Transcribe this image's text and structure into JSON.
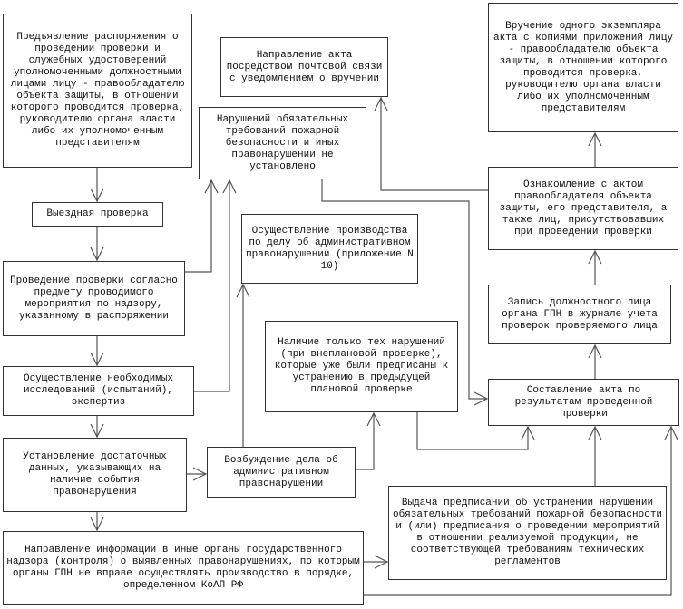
{
  "boxes": {
    "presentation": "Предъявление распоряжения о проведении проверки и служебных удостоверений уполномоченными должностными лицами лицу - правообладателю объекта защиты, в отношении которого проводится проверка, руководителю органа власти либо их уполномоченным представителям",
    "onsite": "Выездная проверка",
    "conduct": "Проведение проверки согласно предмету проводимого мероприятия по надзору, указанному в распоряжении",
    "research": "Осуществление необходимых исследований (испытаний), экспертиз",
    "establish": "Установление достаточных данных, указывающих на наличие события правонарушения",
    "inform": "Направление информации в иные органы государственного надзора (контроля) о выявленных правонарушениях, по которым органы ГПН не вправе осуществлять производство в порядке, определенном КоАП РФ",
    "initiate": "Возбуждение дела об административном правонарушении",
    "proceedings": "Осуществление производства по делу об административном правонарушении (приложение N 10)",
    "no_violations": "Нарушений обязательных требований пожарной безопасности и иных правонарушений не установлено",
    "mail": "Направление акта посредством почтовой связи с уведомлением о вручении",
    "only_previous": "Наличие только тех нарушений (при внеплановой проверке), которые уже были предписаны к устранению в предыдущей плановой проверке",
    "delivery": "Вручение одного экземпляра акта с копиями приложений лицу - правообладателю объекта защиты, в отношении которого проводится проверка, руководителю органа власти либо их уполномоченным представителям",
    "familiarize": "Ознакомление с актом правообладателя объекта защиты, его представителя, а также лиц, присутствовавших при проведении проверки",
    "record": "Запись должностного лица органа ГПН в журнале учета проверок проверяемого лица",
    "act": "Составление акта по результатам проведенной проверки",
    "orders": "Выдача предписаний об устранении нарушений обязательных требований пожарной безопасности и (или) предписания о проведении мероприятий в отношении реализуемой продукции, не соответствующей требованиям технических регламентов"
  }
}
